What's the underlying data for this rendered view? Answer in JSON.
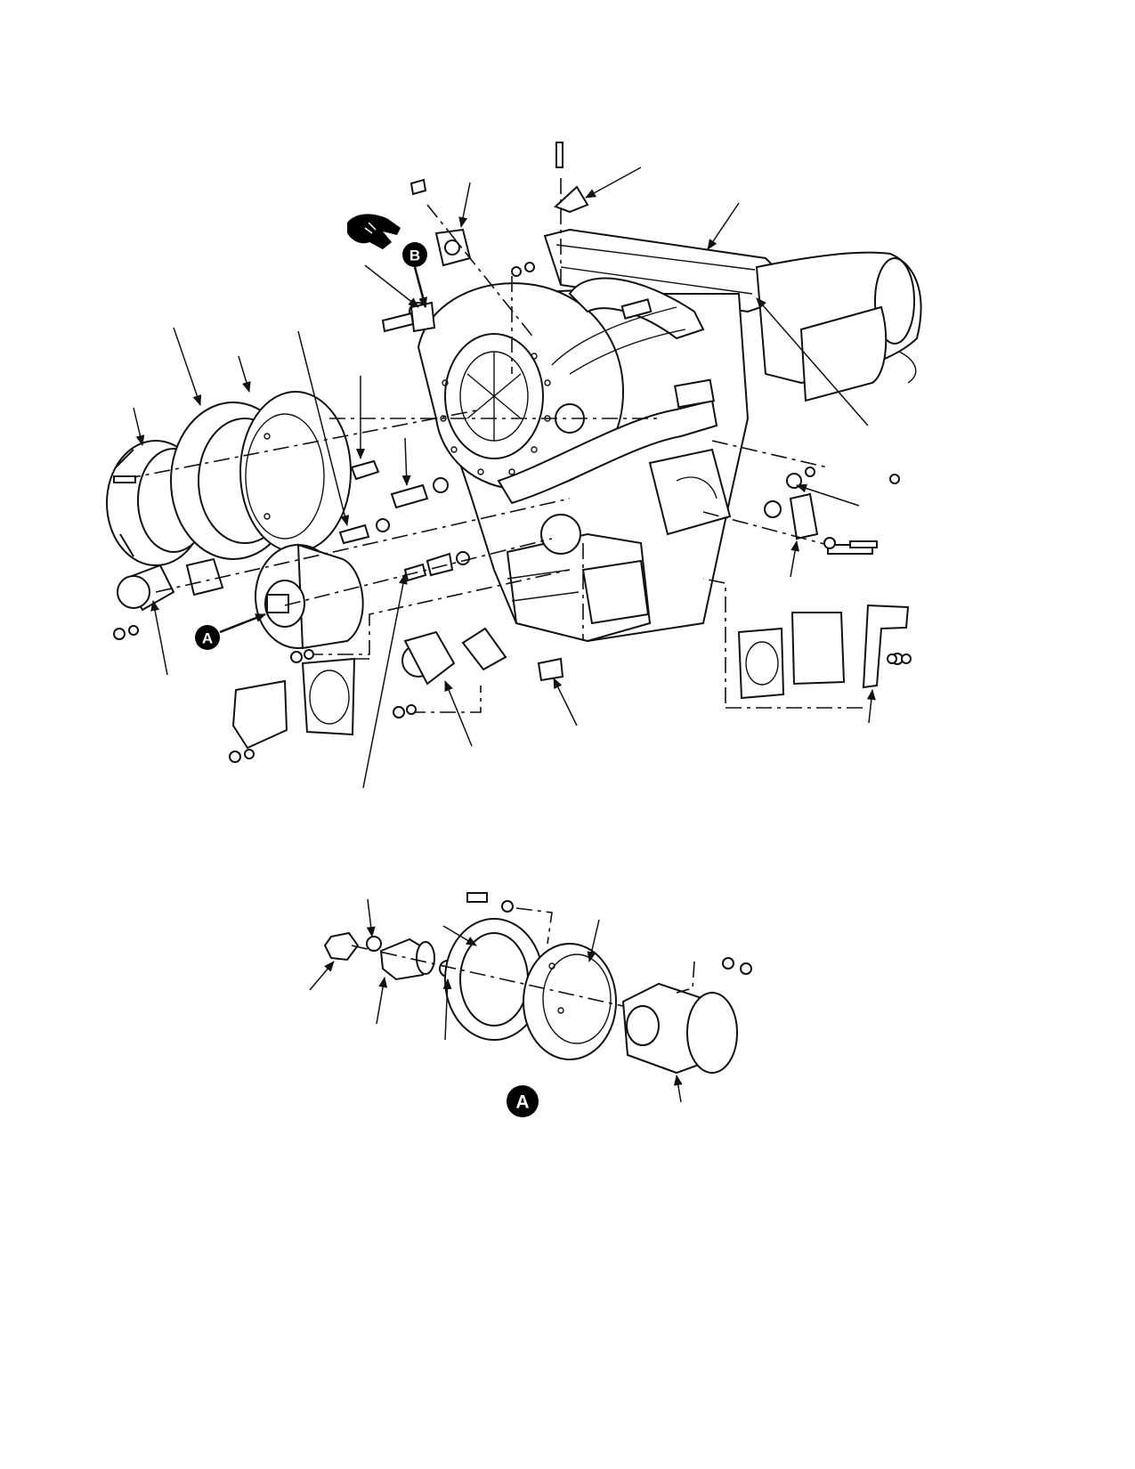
{
  "callouts": {
    "view_a_pointer": "A",
    "view_a_title": "A",
    "view_b_pointer": "B"
  },
  "icons": {
    "pointing_hand": "pointing-hand-icon"
  }
}
